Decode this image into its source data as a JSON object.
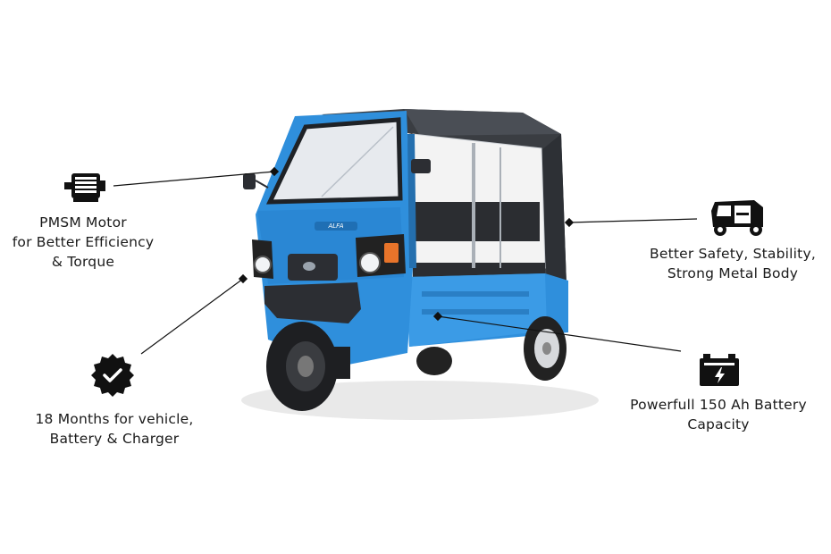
{
  "features": {
    "motor": {
      "icon": "motor-icon",
      "lines": [
        "PMSM Motor",
        "for Better Efficiency",
        "& Torque"
      ]
    },
    "warranty": {
      "icon": "check-badge-icon",
      "lines": [
        "18 Months for vehicle,",
        "Battery & Charger"
      ]
    },
    "body": {
      "icon": "auto-rickshaw-icon",
      "lines": [
        "Better Safety, Stability,",
        "Strong Metal Body"
      ]
    },
    "battery": {
      "icon": "battery-icon",
      "lines": [
        "Powerfull 150 Ah Battery",
        "Capacity"
      ]
    }
  },
  "vehicle": {
    "badge": "ALFA",
    "body_color": "#2f8fdc",
    "canopy_color": "#3a3d42"
  }
}
